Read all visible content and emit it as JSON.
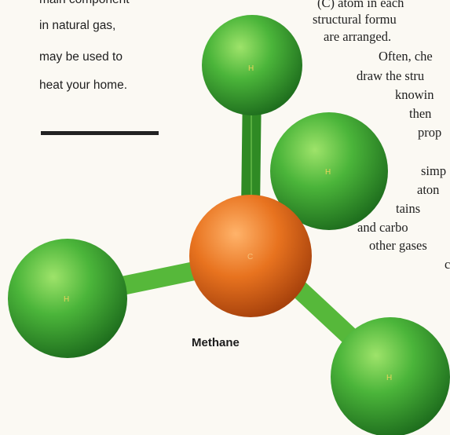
{
  "sidebar": {
    "lines": [
      "main component",
      "in natural gas,",
      "may be used to",
      "heat your home."
    ]
  },
  "body_text": {
    "lines": [
      "(C) atom in each",
      "structural formu",
      "are arranged.",
      "Often, che",
      "draw the stru",
      "knowin",
      "then",
      "prop",
      "simp",
      "aton",
      "tains",
      "and carbo",
      "other gases",
      "c"
    ]
  },
  "figure": {
    "caption": "Methane",
    "atoms": {
      "carbon": "C",
      "hydrogen_top": "H",
      "hydrogen_right": "H",
      "hydrogen_left": "H",
      "hydrogen_bottom": "H"
    },
    "colors": {
      "carbon": "#e8731f",
      "hydrogen": "#4fb83c",
      "bond": "#5cc23a"
    }
  }
}
